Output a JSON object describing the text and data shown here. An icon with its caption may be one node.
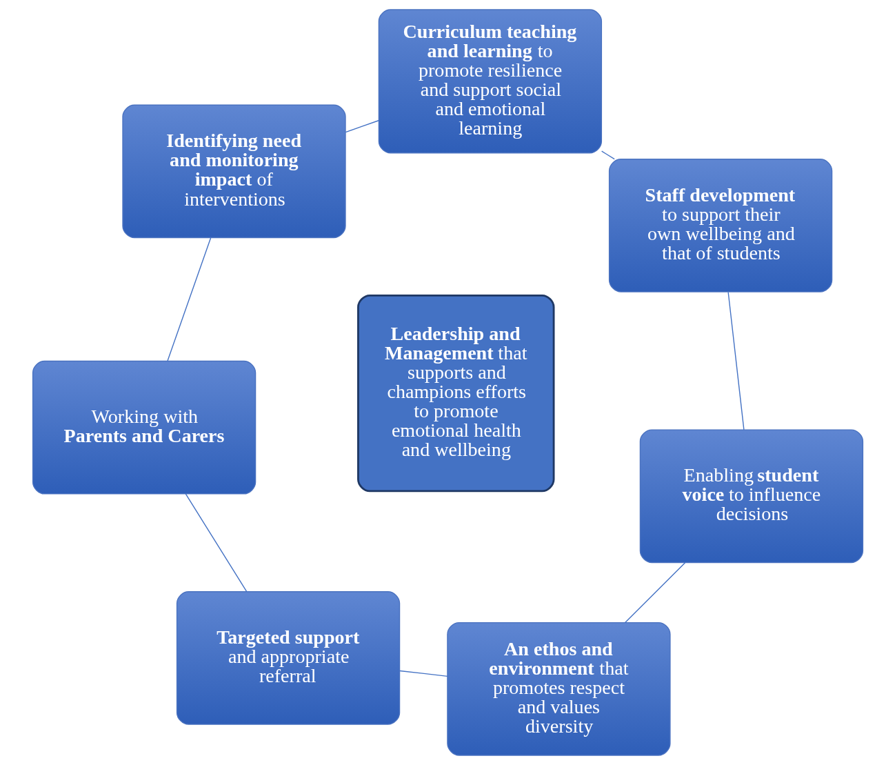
{
  "diagram": {
    "nodes": [
      {
        "text": [
          "Enabling **student voice** to influence decisions"
        ]
      },
      {
        "text": [
          "**An ethos and environment** that promotes respect and values diversity"
        ]
      },
      {
        "text": [
          "**Staff development** to support their own wellbeing and that of students"
        ]
      },
      {
        "text": [
          "**Leadership and Management** that supports and champions efforts to promote emotional health and wellbeing"
        ]
      },
      {
        "text": [
          "**Curriculum teaching and learning** to promote resilience and support social and emotional learning"
        ]
      },
      {
        "text": [
          "**Targeted support** and appropriate referral"
        ]
      },
      {
        "text": [
          "Working with **Parents and Carers**"
        ]
      },
      {
        "text": [
          "**Identifying need and monitoring impact** of interventions"
        ]
      }
    ],
    "edges": [
      {
        "from": 0,
        "to": 2,
        "arrow": "none"
      },
      {
        "from": 2,
        "to": 4,
        "arrow": "none"
      },
      {
        "from": 4,
        "to": 7,
        "arrow": "none"
      },
      {
        "from": 7,
        "to": 6,
        "arrow": "none"
      },
      {
        "from": 6,
        "to": 5,
        "arrow": "none"
      },
      {
        "from": 5,
        "to": 1,
        "arrow": "none"
      },
      {
        "from": 1,
        "to": 0,
        "arrow": "none"
      }
    ]
  }
}
